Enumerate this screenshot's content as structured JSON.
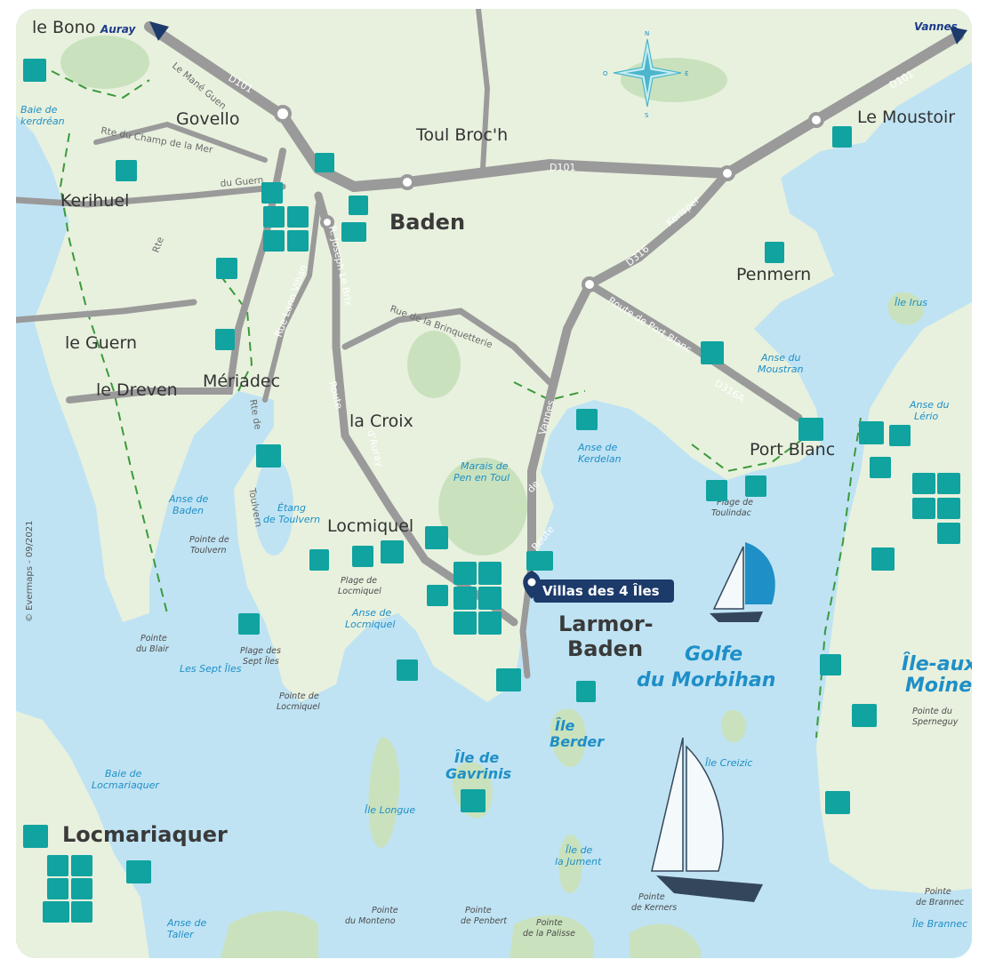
{
  "map": {
    "copyright": "© Evermaps - 09/2021",
    "compass": {
      "n": "N",
      "e": "E",
      "s": "S",
      "o": "O"
    },
    "marker": {
      "label": "Villas des 4 Îles"
    },
    "arrows": {
      "auray": "Auray",
      "vannes": "Vannes"
    },
    "towns": {
      "le_bono": "le Bono",
      "govello": "Govello",
      "toul_broch": "Toul Broc'h",
      "le_moustoir": "Le Moustoir",
      "kerihuel": "Kerihuel",
      "baden": "Baden",
      "penmern": "Penmern",
      "le_guern": "le Guern",
      "le_dreven": "le Dreven",
      "meriadec": "Mériadec",
      "la_croix": "la Croix",
      "port_blanc": "Port Blanc",
      "locmiquel": "Locmiquel",
      "larmor_baden_1": "Larmor-",
      "larmor_baden_2": "Baden",
      "locmariaquer": "Locmariaquer"
    },
    "roads": {
      "d101_a": "D101",
      "d101_b": "D101",
      "d101_c": "D101",
      "d316": "D316",
      "d316a": "D316A",
      "kerisper": "Kerisper",
      "rte_champ": "Rte du Champ de la Mer",
      "mane_guen": "Le Mané Guen",
      "guern": "du Guern",
      "rte": "Rte",
      "joseph": "R. Joseph Le Brix",
      "brinquetterie": "Rue de la Brinquetterie",
      "vihan": "Rue Lann Vihan",
      "route_auray": "Route",
      "route_auray2": "d'Auray",
      "vannes": "Vannes",
      "port_blanc": "Route de Port Blanc",
      "route_de": "de",
      "route": "Route",
      "toulvern": "Toulvern",
      "rte_de": "Rte de"
    },
    "water": {
      "baie_kerdrean": [
        "Baie de",
        "kerdréan"
      ],
      "anse_baden": [
        "Anse de",
        "Baden"
      ],
      "etang": [
        "Étang",
        "de Toulvern"
      ],
      "marais": [
        "Marais de",
        "Pen en Toul"
      ],
      "anse_kerdelan": [
        "Anse de",
        "Kerdelan"
      ],
      "anse_moustran": [
        "Anse du",
        "Moustran"
      ],
      "anse_lerio": [
        "Anse du",
        "Lério"
      ],
      "ile_irus": "Île Irus",
      "anse_locmiquel": [
        "Anse de",
        "Locmiquel"
      ],
      "sept_iles": "Les Sept Îles",
      "baie_locmariaquer": [
        "Baie de",
        "Locmariaquer"
      ],
      "ile_longue": "Île Longue",
      "ile_creizic": "Île Creizic",
      "anse_talier": [
        "Anse de",
        "Talier"
      ],
      "ile_brannec": "Île Brannec",
      "golfe": [
        "Golfe",
        "du Morbihan"
      ],
      "ile_gavrinis": [
        "Île de",
        "Gavrinis"
      ],
      "ile_berder": [
        "Île",
        "Berder"
      ],
      "ile_aux_moines": [
        "Île-aux-",
        "Moines"
      ],
      "ile_jument": [
        "Île de",
        "la Jument"
      ]
    },
    "points": {
      "pointe_toulvern": [
        "Pointe de",
        "Toulvern"
      ],
      "plage_locmiquel": [
        "Plage de",
        "Locmiquel"
      ],
      "pointe_blair": [
        "Pointe",
        "du Blair"
      ],
      "plage_sept_iles": [
        "Plage des",
        "Sept Îles"
      ],
      "pointe_locmiquel": [
        "Pointe de",
        "Locmiquel"
      ],
      "plage_toulindac": [
        "Plage de",
        "Toulindac"
      ],
      "pointe_spernéguy": [
        "Pointe du",
        "Sperneguy"
      ],
      "pointe_monteno": [
        "Pointe",
        "du Monteno"
      ],
      "pointe_penbert": [
        "Pointe",
        "de Penbert"
      ],
      "pointe_palisse": [
        "Pointe",
        "de la Palisse"
      ],
      "pointe_kerners": [
        "Pointe",
        "de Kerners"
      ],
      "pointe_brannec": [
        "Pointe",
        "de Brannec"
      ]
    },
    "colors": {
      "sea": "#bfe3f3",
      "land": "#e8f1de",
      "forest": "#c9e2bd",
      "road": "#9a9a9a",
      "accent": "#10a3a0",
      "marker": "#1c3a6a"
    }
  }
}
